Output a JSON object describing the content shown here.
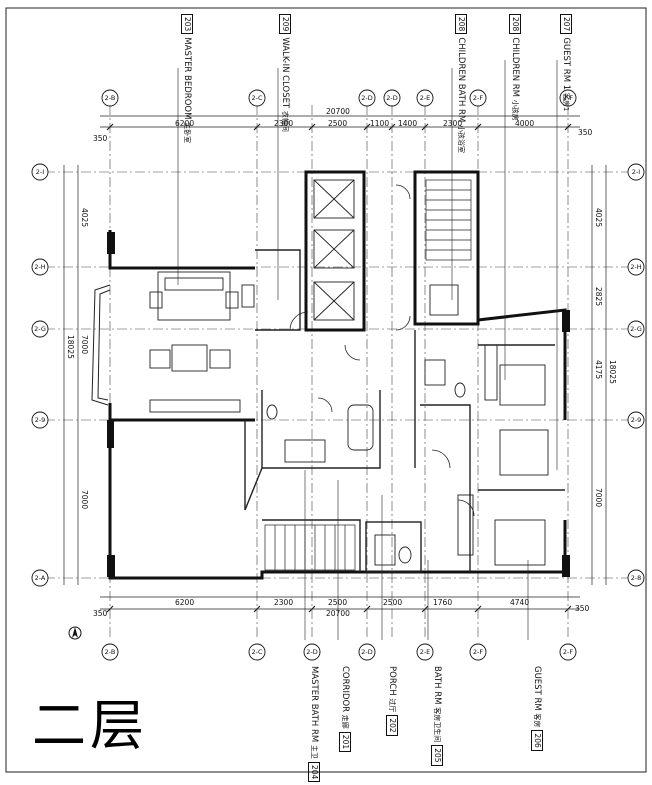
{
  "floor_title": "二层",
  "top_rooms": [
    {
      "zh": "主卧室",
      "name": "MASTER BEDROOM",
      "code": "203"
    },
    {
      "zh": "衣帽间",
      "name": "WALK-IN CLOSET",
      "code": "209"
    },
    {
      "zh": "小孩浴室",
      "name": "CHILDREN BATH RM",
      "code": "208"
    },
    {
      "zh": "小孩房",
      "name": "CHILDREN RM",
      "code": "208"
    },
    {
      "zh": "客房1",
      "name": "GUEST RM 1",
      "code": "207"
    }
  ],
  "bottom_rooms": [
    {
      "zh": "主卫",
      "name": "MASTER BATH RM",
      "code": "204"
    },
    {
      "zh": "走廊",
      "name": "CORRIDOR",
      "code": "201"
    },
    {
      "zh": "过厅",
      "name": "PORCH",
      "code": "202"
    },
    {
      "zh": "客房卫生间",
      "name": "BATH RM",
      "code": "205"
    },
    {
      "zh": "客房",
      "name": "GUEST RM",
      "code": "206"
    }
  ],
  "top_axes": [
    "2-B",
    "2-C",
    "2-D",
    "2-D",
    "2-E",
    "2-F",
    "2-F"
  ],
  "bottom_axes": [
    "2-B",
    "2-C",
    "2-D",
    "2-D",
    "2-E",
    "2-F",
    "2-F"
  ],
  "left_axes": [
    "2-I",
    "2-H",
    "2-G",
    "2-9",
    "2-A"
  ],
  "right_axes": [
    "2-I",
    "2-H",
    "2-G",
    "2-9",
    "2-8"
  ],
  "top_dims": {
    "total": "20700",
    "end_left": "350",
    "end_right": "350",
    "segments": [
      "6200",
      "2300",
      "2500",
      "1100",
      "1400",
      "2300",
      "4000"
    ]
  },
  "bottom_dims": {
    "total": "20700",
    "end_left": "350",
    "end_right": "350",
    "segments": [
      "6200",
      "2300",
      "2500",
      "2500",
      "1760",
      "4740"
    ]
  },
  "left_dims": {
    "total": "18025",
    "segments": [
      "4025",
      "7000",
      "7000"
    ]
  },
  "right_dims": {
    "total": "18025",
    "segments": [
      "4025",
      "2825",
      "4175",
      "7000"
    ]
  }
}
